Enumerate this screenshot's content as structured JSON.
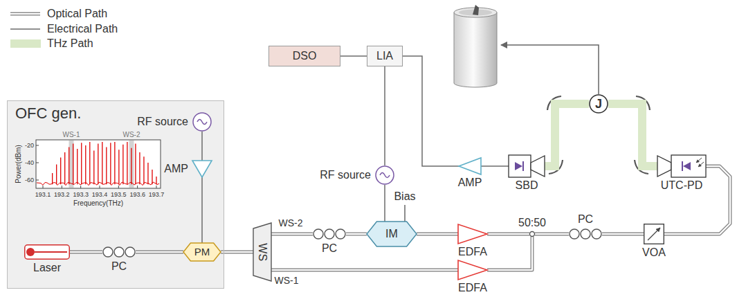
{
  "diagram": {
    "nodes": [
      {
        "text": [
          "OFC gen."
        ]
      },
      {
        "text": [
          "Laser"
        ],
        "in": 0
      },
      {
        "text": [
          "PC"
        ],
        "in": 0
      },
      {
        "text": [
          "RF source"
        ],
        "in": 0
      },
      {
        "text": [
          "AMP"
        ],
        "in": 0
      },
      {
        "text": [
          "PM"
        ],
        "in": 0
      },
      {
        "text": [
          "DSO"
        ]
      },
      {
        "text": [
          "LIA"
        ]
      },
      {
        "text": [
          "RF source"
        ]
      },
      {
        "text": [
          "AMP"
        ]
      },
      {
        "text": [
          "SBD"
        ]
      },
      {
        "text": [
          "J"
        ]
      },
      {
        "text": [
          "UTC-PD"
        ]
      },
      {
        "text": [
          "WS"
        ]
      },
      {
        "text": [
          "PC"
        ]
      },
      {
        "text": [
          "IM"
        ]
      },
      {
        "text": [
          "EDFA"
        ]
      },
      {
        "text": [
          "EDFA"
        ]
      },
      {
        "text": [
          "50:50"
        ]
      },
      {
        "text": [
          "PC"
        ]
      },
      {
        "text": [
          "VOA"
        ]
      }
    ],
    "edges": [
      {
        "from": 1,
        "to": 2,
        "arrow": "none"
      },
      {
        "from": 2,
        "to": 5,
        "arrow": "none"
      },
      {
        "from": 3,
        "to": 4,
        "arrow": "none"
      },
      {
        "from": 4,
        "to": 5,
        "arrow": "none"
      },
      {
        "from": 5,
        "to": 13,
        "arrow": "none"
      },
      {
        "from": 13,
        "to": 14,
        "label": "WS-2",
        "arrow": "none"
      },
      {
        "from": 13,
        "to": 17,
        "label": "WS-1",
        "arrow": "none"
      },
      {
        "from": 14,
        "to": 15,
        "arrow": "none"
      },
      {
        "from": 15,
        "to": 16,
        "arrow": "none"
      },
      {
        "from": 16,
        "to": 18,
        "arrow": "none"
      },
      {
        "from": 17,
        "to": 18,
        "arrow": "none"
      },
      {
        "from": 18,
        "to": 19,
        "arrow": "none"
      },
      {
        "from": 19,
        "to": 20,
        "arrow": "none"
      },
      {
        "from": 20,
        "to": 12,
        "arrow": "none"
      },
      {
        "from": 12,
        "to": 11,
        "arrow": "none"
      },
      {
        "from": 11,
        "to": 10,
        "arrow": "none"
      },
      {
        "from": 10,
        "to": 9,
        "arrow": "none"
      },
      {
        "from": 9,
        "to": 7,
        "arrow": "none"
      },
      {
        "from": 8,
        "to": 7,
        "arrow": "none"
      },
      {
        "from": 8,
        "to": 15,
        "arrow": "none"
      },
      {
        "from": 7,
        "to": 6,
        "arrow": "none"
      }
    ],
    "labels": [
      "Power(dBm)",
      "-20",
      "-40",
      "-60",
      "193.1",
      "193.2",
      "193.3",
      "193.4",
      "193.5",
      "193.6",
      "193.7",
      "Frequency(THz)",
      "WS-1",
      "WS-2",
      "Bias"
    ],
    "legend": [
      {
        "text": "Optical Path"
      },
      {
        "text": "Electrical Path"
      },
      {
        "text": "THz Path",
        "color": "#d9e8c6"
      }
    ]
  }
}
